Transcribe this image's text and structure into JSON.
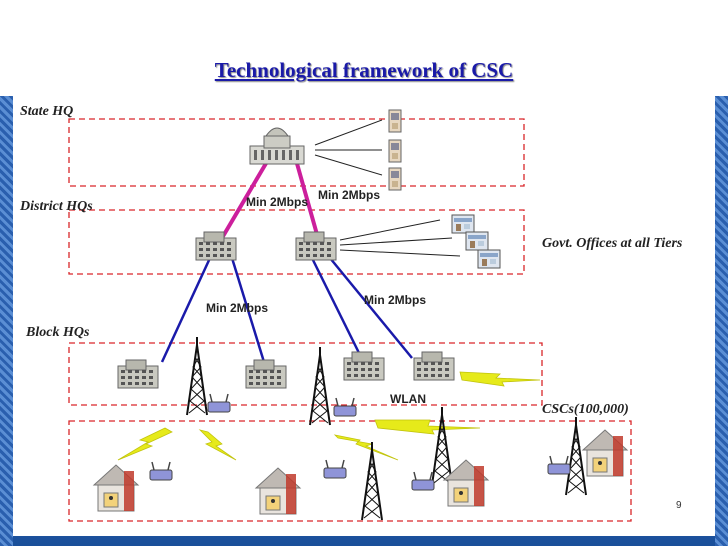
{
  "title": "Technological framework of CSC",
  "tiers": {
    "state": "State HQ",
    "district": "District HQs",
    "block": "Block  HQs",
    "govt": "Govt. Offices at all Tiers",
    "cscs": "CSCs(100,000)"
  },
  "links": {
    "state_left": "Min 2Mbps",
    "state_right": "Min 2Mbps",
    "district_left": "Min 2Mbps",
    "district_right": "Min 2Mbps",
    "wlan": "WLAN"
  },
  "page_number": "9",
  "colors": {
    "title": "#1a1aa8",
    "state_link": "#cc1f9c",
    "block_link": "#1a1aaa",
    "dashed": "#d9262a",
    "wireless": "#e6ea1a"
  }
}
